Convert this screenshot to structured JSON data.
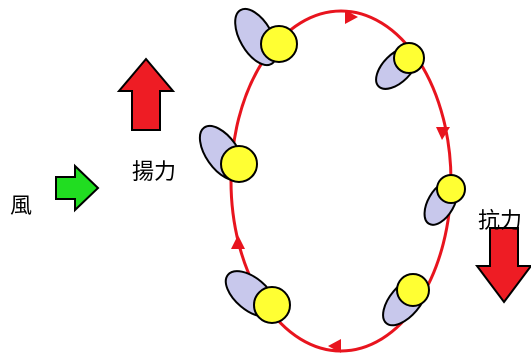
{
  "labels": {
    "wind": "風",
    "lift": "揚力",
    "drag": "抗力"
  },
  "colors": {
    "orbit": "#e8141e",
    "wind_arrow": "#21dd21",
    "lift_arrow": "#ee1c24",
    "drag_arrow": "#ee1c24",
    "arrow_outline": "#000000",
    "ellipse_fill": "#c8c8ec",
    "circle_fill": "#ffff33",
    "shape_outline": "#000000"
  },
  "icons": {
    "wind_arrow": "right-arrow",
    "lift_arrow": "up-arrow",
    "drag_arrow": "down-arrow"
  }
}
